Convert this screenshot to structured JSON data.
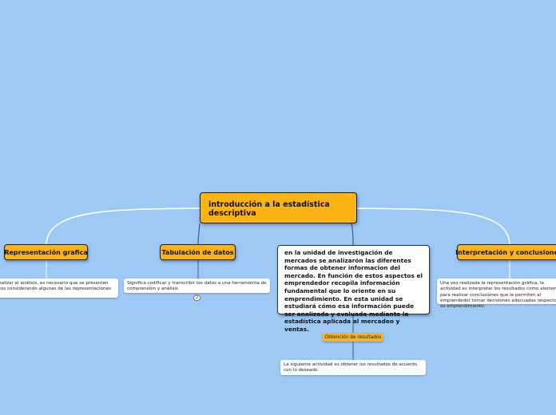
{
  "map": {
    "root": {
      "label": "introducción a la estadística descriptiva"
    },
    "branches": {
      "representacion": {
        "label": "Representación grafica",
        "note": "Para realizar el análisis, es necesario que se presenten  los datos considerando algunas de las representaciones"
      },
      "tabulacion": {
        "label": "Tabulación de datos",
        "note": "Significa codificar y transcribir los datos a una herramienta de comprensión y análisis",
        "badge": "2"
      },
      "central": {
        "text": "en la unidad de investigación  de mercados se analizarón las diferentes formas de obtener informacion del mercado. En función de estos aspectos el emprendedor recopila información fundamental que lo oriente en su emprendimiento. En esta unidad se estudiará cómo esa información puede ser analizada y evaluada mediante la estadística aplicada al mercadeo y ventas.",
        "child_label": "Obtención de resultados",
        "child_note": "La siguiente actividad es obtener los resultados de acuerdo con lo deseado."
      },
      "interpretacion": {
        "label": "Interpretación y conclusiones",
        "note": "Una vez realizada la representación gráfica, la actividad es interpretar los resultados como elemento para realizar conclusiones que le permiten al emprendedor tomar decisiones adecuadas respecto a su emprendimiento."
      }
    }
  },
  "colors": {
    "background": "#9ec9f5",
    "topic_fill": "#fbb414",
    "connector": "#ffffff",
    "connector_dark": "#3a5a86"
  }
}
